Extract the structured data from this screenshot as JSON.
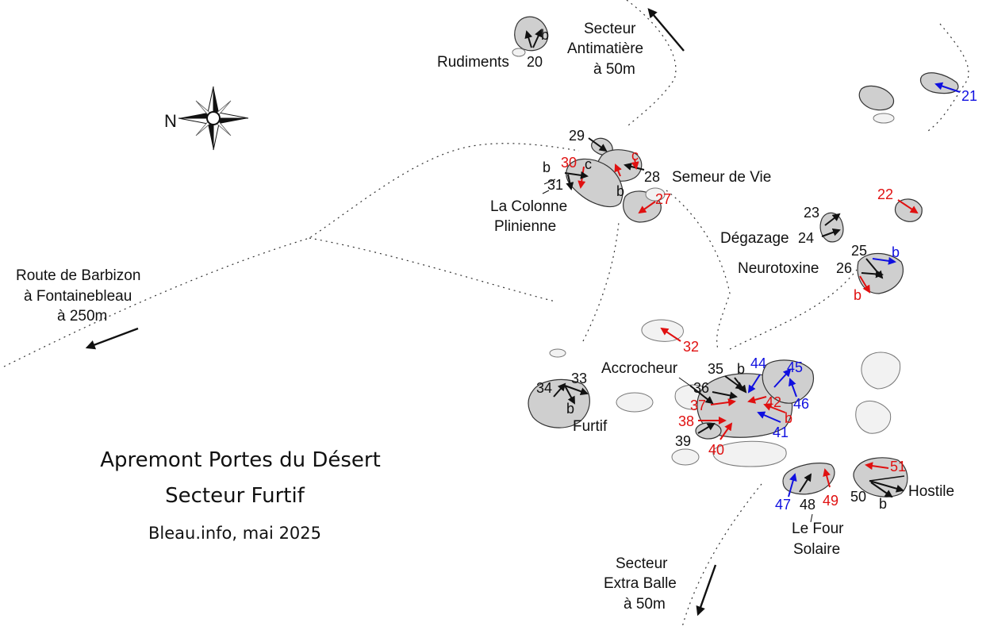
{
  "title_line1": "Apremont Portes du Désert",
  "title_line2": "Secteur Furtif",
  "credit": "Bleau.info, mai 2025",
  "compass_label": "N",
  "colors": {
    "black": "#111111",
    "red": "#e01010",
    "blue": "#1010e0",
    "rock": "#cfcfcf"
  },
  "directions": {
    "antimatiere": [
      "Secteur",
      "Antimatière",
      "à 50m"
    ],
    "barbizon": [
      "Route de Barbizon",
      "à Fontainebleau",
      "à 250m"
    ],
    "extra_balle": [
      "Secteur",
      "Extra Balle",
      "à 50m"
    ]
  },
  "names": {
    "rudiments": "Rudiments",
    "semeur": "Semeur de Vie",
    "colonne": [
      "La Colonne",
      "Plinienne"
    ],
    "degazage": "Dégazage",
    "neurotoxine": "Neurotoxine",
    "accrocheur": "Accrocheur",
    "furtif": "Furtif",
    "four": [
      "Le Four",
      "Solaire"
    ],
    "hostile": "Hostile"
  },
  "problems": [
    {
      "n": "20",
      "color": "black"
    },
    {
      "n": "b",
      "color": "black"
    },
    {
      "n": "21",
      "color": "blue"
    },
    {
      "n": "22",
      "color": "red"
    },
    {
      "n": "23",
      "color": "black"
    },
    {
      "n": "24",
      "color": "black"
    },
    {
      "n": "25",
      "color": "black"
    },
    {
      "n": "b",
      "color": "blue"
    },
    {
      "n": "26",
      "color": "black"
    },
    {
      "n": "b",
      "color": "red"
    },
    {
      "n": "27",
      "color": "red"
    },
    {
      "n": "28",
      "color": "black"
    },
    {
      "n": "c",
      "color": "red"
    },
    {
      "n": "b",
      "color": "black"
    },
    {
      "n": "29",
      "color": "black"
    },
    {
      "n": "30",
      "color": "red"
    },
    {
      "n": "b",
      "color": "black"
    },
    {
      "n": "c",
      "color": "black"
    },
    {
      "n": "31",
      "color": "black"
    },
    {
      "n": "32",
      "color": "red"
    },
    {
      "n": "33",
      "color": "black"
    },
    {
      "n": "34",
      "color": "black"
    },
    {
      "n": "b",
      "color": "black"
    },
    {
      "n": "35",
      "color": "black"
    },
    {
      "n": "b",
      "color": "black"
    },
    {
      "n": "36",
      "color": "black"
    },
    {
      "n": "37",
      "color": "red"
    },
    {
      "n": "38",
      "color": "red"
    },
    {
      "n": "39",
      "color": "black"
    },
    {
      "n": "40",
      "color": "red"
    },
    {
      "n": "41",
      "color": "blue"
    },
    {
      "n": "42",
      "color": "red"
    },
    {
      "n": "b",
      "color": "red"
    },
    {
      "n": "44",
      "color": "blue"
    },
    {
      "n": "45",
      "color": "blue"
    },
    {
      "n": "46",
      "color": "blue"
    },
    {
      "n": "47",
      "color": "blue"
    },
    {
      "n": "48",
      "color": "black"
    },
    {
      "n": "49",
      "color": "red"
    },
    {
      "n": "50",
      "color": "black"
    },
    {
      "n": "b",
      "color": "black"
    },
    {
      "n": "51",
      "color": "red"
    }
  ]
}
